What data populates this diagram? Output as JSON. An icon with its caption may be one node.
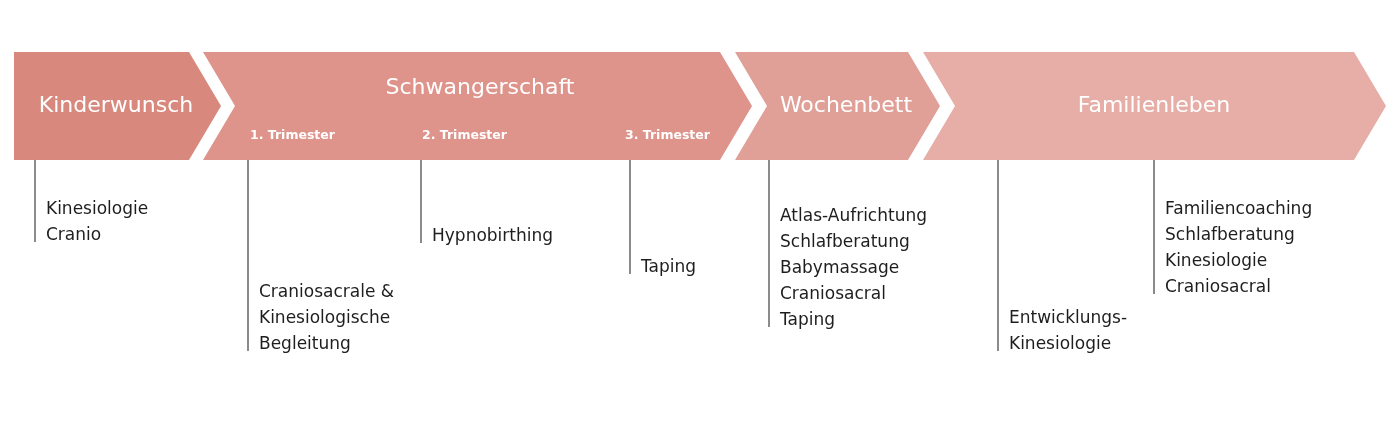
{
  "diagram": {
    "nodes": [
      {
        "text": [
          "Kinderwunsch"
        ]
      },
      {
        "text": [
          "Schwangerschaft",
          "1. Trimester",
          "2. Trimester",
          "3. Trimester"
        ]
      },
      {
        "text": [
          "Wochenbett"
        ]
      },
      {
        "text": [
          "Familienleben"
        ]
      },
      {
        "text": [
          "Kinesiologie",
          "Cranio"
        ]
      },
      {
        "text": [
          "Craniosacrale & Kinesiologische Begleitung"
        ]
      },
      {
        "text": [
          "Hypnobirthing"
        ]
      },
      {
        "text": [
          "Taping"
        ]
      },
      {
        "text": [
          "Atlas-Aufrichtung",
          "Schlafberatung",
          "Babymassage",
          "Craniosacral",
          "Taping"
        ]
      },
      {
        "text": [
          "Entwicklungs- Kinesiologie"
        ]
      },
      {
        "text": [
          "Familiencoaching",
          "Schlafberatung",
          "Kinesiologie",
          "Craniosacral"
        ]
      }
    ],
    "edges": [
      {
        "from": 4,
        "to": 0,
        "arrow": "none"
      },
      {
        "from": 5,
        "to": 1,
        "arrow": "none"
      },
      {
        "from": 6,
        "to": 1,
        "arrow": "none"
      },
      {
        "from": 7,
        "to": 1,
        "arrow": "none"
      },
      {
        "from": 8,
        "to": 2,
        "arrow": "none"
      },
      {
        "from": 9,
        "to": 3,
        "arrow": "none"
      },
      {
        "from": 10,
        "to": 3,
        "arrow": "none"
      }
    ]
  }
}
